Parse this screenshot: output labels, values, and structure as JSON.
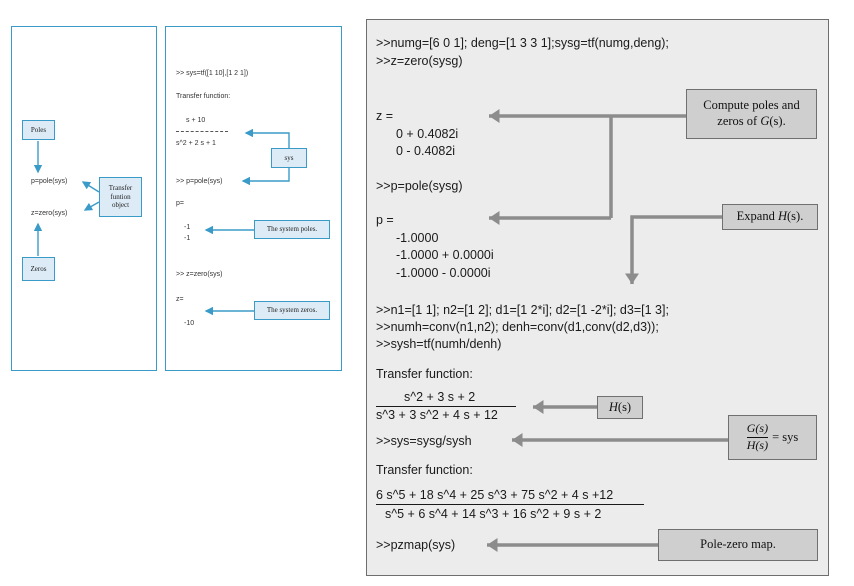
{
  "panel_a": {
    "poles_box": "Poles",
    "zeros_box": "Zeros",
    "pole_cmd": "p=pole(sys)",
    "zero_cmd": "z=zero(sys)",
    "tf_object_box": "Transfer funtion object"
  },
  "panel_b": {
    "line_tf_cmd": ">> sys=tf([1 10],[1 2 1])",
    "transfer_function": "Transfer function:",
    "numerator": "s + 10",
    "denominator": "s^2 + 2 s + 1",
    "sys_box": "sys",
    "pole_cmd": ">> p=pole(sys)",
    "p_eq": "p=",
    "pole_1": "-1",
    "pole_2": "-1",
    "poles_note": "The system poles.",
    "zero_cmd": ">> z=zero(sys)",
    "z_eq": "z=",
    "zero_1": "-10",
    "zeros_note": "The system zeros."
  },
  "panel_c": {
    "line1": ">>numg=[6 0 1]; deng=[1 3 3 1];sysg=tf(numg,deng);",
    "line2": ">>z=zero(sysg)",
    "z_eq": "z =",
    "z1": "0 + 0.4082i",
    "z2": "0 - 0.4082i",
    "pole_cmd": ">>p=pole(sysg)",
    "p_eq": "p =",
    "p1": "-1.0000",
    "p2": "-1.0000 + 0.0000i",
    "p3": "-1.0000 -  0.0000i",
    "line_n": ">>n1=[1 1]; n2=[1 2]; d1=[1 2*i]; d2=[1 -2*i]; d3=[1 3];",
    "line_numh": ">>numh=conv(n1,n2); denh=conv(d1,conv(d2,d3));",
    "line_sysh": ">>sysh=tf(numh/denh)",
    "tf_label_1": "Transfer function:",
    "h_num": "s^2 + 3 s + 2",
    "h_den": "s^3 + 3 s^2 + 4 s + 12",
    "sys_cmd": ">>sys=sysg/sysh",
    "tf_label_2": "Transfer function:",
    "sys_num": "6 s^5 + 18 s^4 + 25 s^3 + 75 s^2 + 4 s +12",
    "sys_den": "s^5 + 6 s^4 + 14 s^3 + 16 s^2 + 9 s + 2",
    "pzmap_cmd": ">>pzmap(sys)",
    "note_compute_1": "Compute poles and",
    "note_compute_2": "zeros of ",
    "note_compute_g": "G",
    "note_compute_s": "(s).",
    "note_expand_1": "Expand ",
    "note_expand_h": "H",
    "note_expand_s": "(s).",
    "note_h_1": "H",
    "note_h_2": "(s)",
    "note_ratio_num": "G(s)",
    "note_ratio_den": "H(s)",
    "note_ratio_eq": "= sys",
    "note_pzmap": "Pole-zero map."
  }
}
